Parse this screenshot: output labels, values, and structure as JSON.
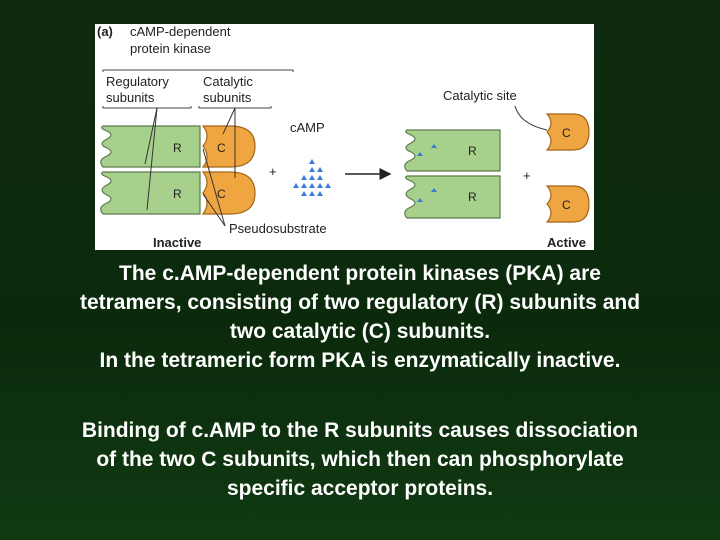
{
  "figure": {
    "panel_label": "(a)",
    "title_line1": "cAMP-dependent",
    "title_line2": "protein kinase",
    "regulatory_line1": "Regulatory",
    "regulatory_line2": "subunits",
    "catalytic_line1": "Catalytic",
    "catalytic_line2": "subunits",
    "camp_label": "cAMP",
    "catalytic_site_label": "Catalytic site",
    "pseudosubstrate_label": "Pseudosubstrate",
    "inactive_label": "Inactive",
    "active_label": "Active",
    "plus": "+",
    "r_letter": "R",
    "c_letter": "C",
    "colors": {
      "regulatory": "#a8d08d",
      "catalytic": "#f0a640",
      "camp": "#3a7bd5"
    }
  },
  "caption": {
    "p1_line1": "The c.AMP-dependent protein kinases (PKA) are",
    "p1_line2": "tetramers, consisting of two regulatory (R) subunits and",
    "p1_line3": "two catalytic (C) subunits.",
    "p1_line4": "In the tetrameric form PKA is enzymatically inactive.",
    "p2_line1": "Binding of c.AMP to the R subunits causes dissociation",
    "p2_line2": "of the two C subunits, which then can phosphorylate",
    "p2_line3": "specific acceptor proteins."
  }
}
